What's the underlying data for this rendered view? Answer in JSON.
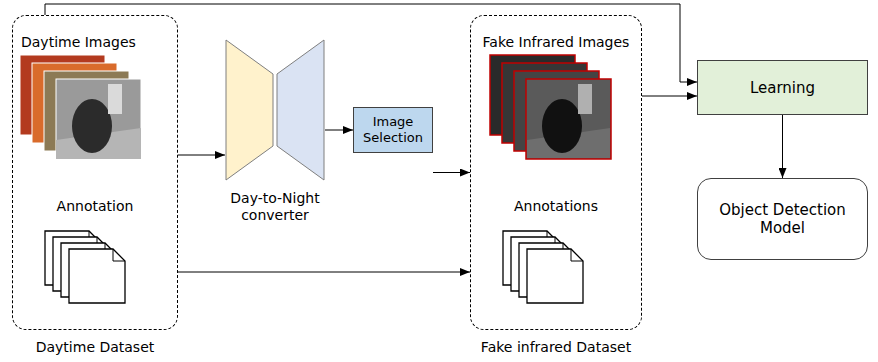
{
  "diagram": {
    "nodes": [
      {
        "text": [
          "Daytime Images",
          "Annotation",
          "Daytime Dataset"
        ]
      },
      {
        "text": [
          "Day-to-Night converter"
        ]
      },
      {
        "text": [
          "Image Selection"
        ]
      },
      {
        "text": [
          "Fake Infrared Images",
          "Annotations",
          "Fake infrared Dataset"
        ]
      },
      {
        "text": [
          "Learning"
        ]
      },
      {
        "text": [
          "Object Detection Model"
        ]
      }
    ],
    "edges": [
      {
        "from": 0,
        "to": 1,
        "arrow": "to"
      },
      {
        "from": 1,
        "to": 2,
        "arrow": "to"
      },
      {
        "from": 2,
        "to": 3,
        "arrow": "to"
      },
      {
        "from": 0,
        "to": 3,
        "arrow": "to"
      },
      {
        "from": 0,
        "to": 4,
        "arrow": "to"
      },
      {
        "from": 3,
        "to": 4,
        "arrow": "to"
      },
      {
        "from": 4,
        "to": 5,
        "arrow": "to"
      }
    ]
  }
}
